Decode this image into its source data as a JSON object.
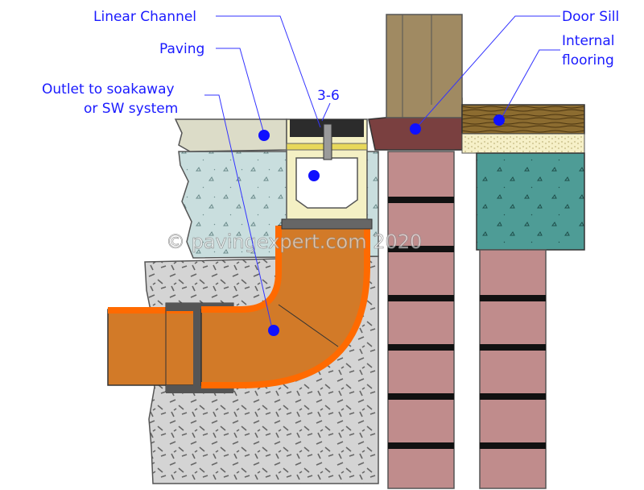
{
  "labels": {
    "linear_channel": "Linear Channel",
    "paving": "Paving",
    "outlet_line1": "Outlet to soakaway",
    "outlet_line2": "or SW system",
    "gap": "3-6",
    "door_sill": "Door Sill",
    "internal_line1": "Internal",
    "internal_line2": "flooring"
  },
  "watermark": "© pavingexpert.com 2020",
  "colors": {
    "label_text": "#1a1aff",
    "leader": "#3333ff",
    "marker": "#1010ff",
    "paving": "#dcdcc8",
    "concrete": "#c8dcdc",
    "subbase": "#d2d2d2",
    "pipe": "#d27a28",
    "pipe_edge": "#ff6a00",
    "channel": "#f4f0c4",
    "sill": "#7a4040",
    "frame": "#a08a62",
    "brick": "#c08c8c",
    "floor_slab": "#4a9a94",
    "timber_floor": "#8a6a2e"
  }
}
